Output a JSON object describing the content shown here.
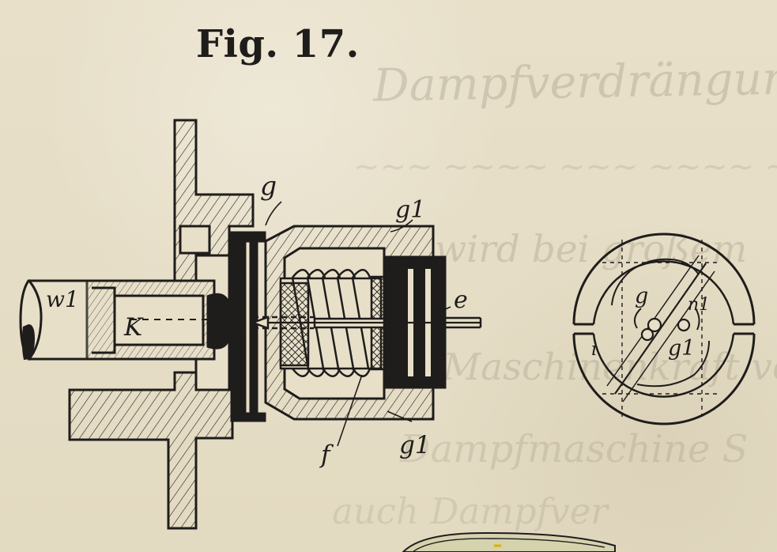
{
  "figure": {
    "title": "Fig. 17.",
    "labels": {
      "g": "g",
      "g1_top": "g1",
      "w1": "w1",
      "k": "K",
      "e": "e",
      "f": "f",
      "g1_bottom": "g1",
      "side_g": "g",
      "side_n1": "n1",
      "side_i": "i",
      "side_g1": "g1"
    }
  },
  "colors": {
    "paper": "#e7dfc8",
    "ink": "#1f1d1b",
    "accent": "#d5d2ae"
  }
}
